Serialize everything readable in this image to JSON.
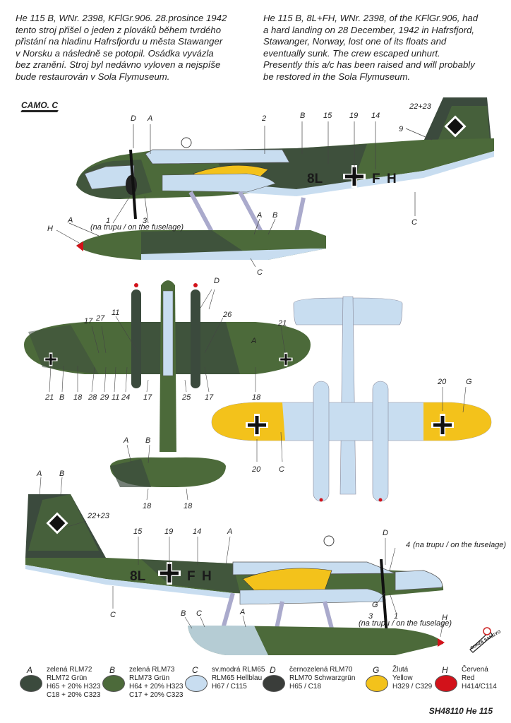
{
  "description_cz": [
    "He 115 B, WNr. 2398, KFlGr.906. 28.prosince 1942",
    "tento stroj přišel o jeden z plováků během tvrdého",
    "přistání na hladinu Hafrsfjordu u města Stawanger",
    "v Norsku a následně se potopil. Osádka vyvázla",
    "bez zranění. Stroj byl nedávno vyloven a nejspíše",
    "bude restaurován v Sola Flymuseum."
  ],
  "description_en": [
    "He 115 B, 8L+FH, WNr. 2398, of the KFlGr.906, had",
    "a hard landing on 28 December, 1942 in Hafrsfjord,",
    "Stawanger, Norway, lost one of its floats and",
    "eventually sunk. The crew escaped unhurt.",
    "Presently this a/c has been raised and will probably",
    "be restored in the Sola Flymuseum."
  ],
  "camo_label": "CAMO. C",
  "code_left": "8L",
  "code_right": "F",
  "code_right2": "H",
  "callouts_top": {
    "D": "D",
    "A": "A",
    "n2": "2",
    "B": "B",
    "n15": "15",
    "n19": "19",
    "n14": "14",
    "n2223": "22+23",
    "n9": "9",
    "C": "C",
    "n1": "1",
    "n3": "3",
    "fuselage_note": "(na trupu / on the fuselage)",
    "H": "H",
    "A2": "A",
    "A3": "A",
    "B2": "B",
    "C2": "C"
  },
  "callouts_mid": {
    "n17a": "17",
    "n27": "27",
    "n11a": "11",
    "D": "D",
    "n26": "26",
    "n21a": "21",
    "A": "A",
    "n21b": "21",
    "B": "B",
    "n18a": "18",
    "n28": "28",
    "n29": "29",
    "n11b": "11",
    "n24": "24",
    "n17b": "17",
    "n25": "25",
    "n17c": "17",
    "n18b": "18",
    "A2": "A",
    "B2": "B",
    "n18c": "18",
    "n18d": "18",
    "n20a": "20",
    "G": "G",
    "n20b": "20",
    "C": "C"
  },
  "callouts_bottom": {
    "A": "A",
    "B": "B",
    "n2223": "22+23",
    "n15": "15",
    "n19": "19",
    "n14": "14",
    "A2": "A",
    "D": "D",
    "n4": "4",
    "fuselage_note": "(na trupu / on the fuselage)",
    "C": "C",
    "G": "G",
    "n3": "3",
    "n1": "1",
    "fuselage_note2": "(na trupu / on the fuselage)",
    "H": "H",
    "B2": "B",
    "C2": "C",
    "A3": "A"
  },
  "legend": [
    {
      "letter": "A",
      "color": "#3b4a3d",
      "lines": [
        "zelená RLM72",
        "RLM72 Grün",
        "H65 + 20% H323",
        "C18 + 20% C323"
      ]
    },
    {
      "letter": "B",
      "color": "#4c6a3a",
      "lines": [
        "zelená RLM73",
        "RLM73 Grün",
        "H64 + 20% H323",
        "C17 + 20% C323"
      ]
    },
    {
      "letter": "C",
      "color": "#c8ddf0",
      "lines": [
        "sv.modrá RLM65",
        "RLM65 Hellblau",
        "H67 / C115"
      ]
    },
    {
      "letter": "D",
      "color": "#3a3d3a",
      "lines": [
        "černozelená RLM70",
        "RLM70 Schwarzgrün",
        "H65 / C18"
      ]
    },
    {
      "letter": "G",
      "color": "#f3c21b",
      "lines": [
        "Žlutá",
        "Yellow",
        "H329 / C329"
      ]
    },
    {
      "letter": "H",
      "color": "#d2121a",
      "lines": [
        "Červená",
        "Red",
        "H414/C114"
      ]
    }
  ],
  "footer": "SH48110 He 115",
  "logo_text": "GUNZE SANGYO",
  "colors": {
    "dark_green": "#3b4a3d",
    "green": "#4c6a3a",
    "light_blue": "#c8ddf0",
    "yellow": "#f3c21b",
    "red": "#d2121a"
  }
}
